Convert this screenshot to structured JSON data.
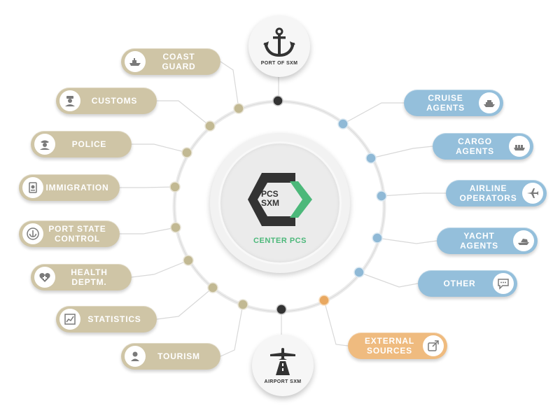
{
  "center": {
    "logo_line1": "PCS",
    "logo_line2": "SXM",
    "title": "CENTER PCS"
  },
  "top_hub": {
    "label": "PORT OF SXM",
    "icon": "anchor-icon"
  },
  "bottom_hub": {
    "label": "AIRPORT SXM",
    "icon": "airplane-runway-icon"
  },
  "left_items": [
    {
      "label": "COAST GUARD",
      "icon": "boat-icon"
    },
    {
      "label": "CUSTOMS",
      "icon": "customs-officer-icon"
    },
    {
      "label": "POLICE",
      "icon": "police-officer-icon"
    },
    {
      "label": "IMMIGRATION",
      "icon": "passport-icon"
    },
    {
      "label_line1": "PORT STATE",
      "label_line2": "CONTROL",
      "icon": "anchor-badge-icon"
    },
    {
      "label": "HEALTH DEPTM.",
      "icon": "heart-plus-icon"
    },
    {
      "label": "STATISTICS",
      "icon": "chart-icon"
    },
    {
      "label": "TOURISM",
      "icon": "user-badge-icon"
    }
  ],
  "right_items": [
    {
      "label": "CRUISE AGENTS",
      "icon": "cruise-ship-icon"
    },
    {
      "label": "CARGO AGENTS",
      "icon": "cargo-ship-icon"
    },
    {
      "label_line1": "AIRLINE",
      "label_line2": "OPERATORS",
      "icon": "airplane-icon"
    },
    {
      "label": "YACHT AGENTS",
      "icon": "yacht-icon"
    },
    {
      "label": "OTHER",
      "icon": "chat-icon"
    },
    {
      "label_line1": "EXTERNAL",
      "label_line2": "SOURCES",
      "icon": "external-link-icon"
    }
  ],
  "colors": {
    "tan": "#cfc5a6",
    "tan_node": "#c2b993",
    "blue": "#94bfdb",
    "blue_node": "#8fb9d6",
    "orange": "#efbb7f",
    "orange_node": "#e9a860",
    "green": "#4cb87a",
    "dark": "#333333"
  }
}
